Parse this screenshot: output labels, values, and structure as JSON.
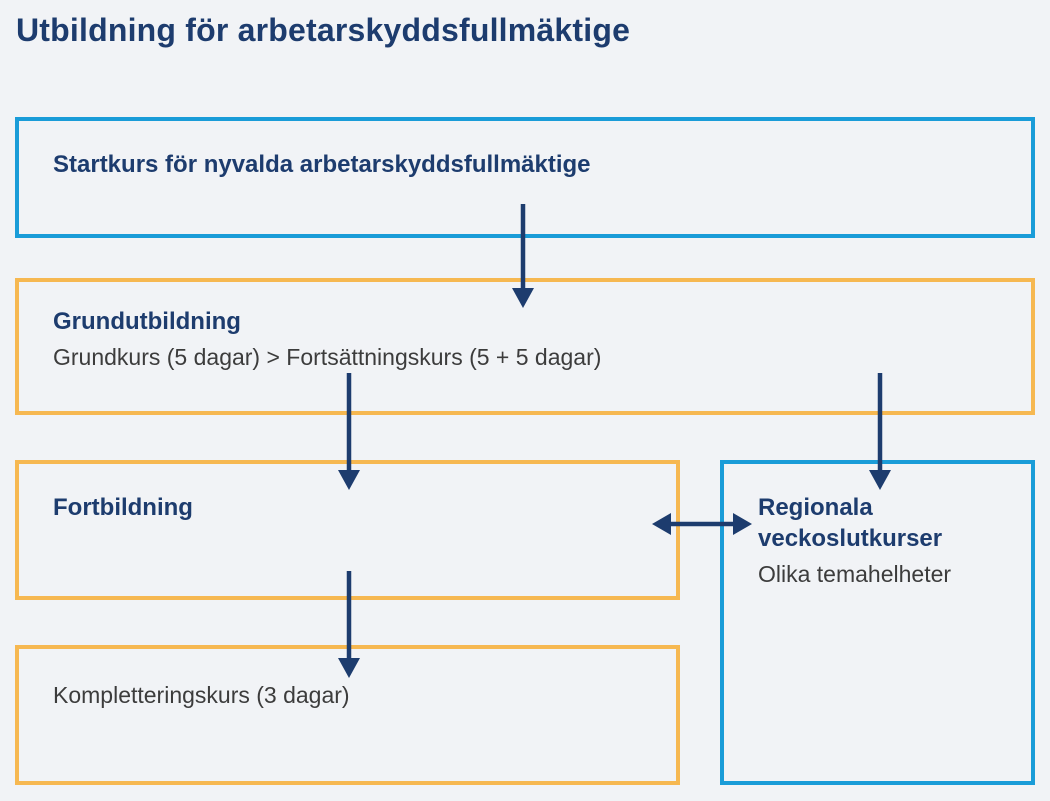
{
  "page": {
    "title": "Utbildning för arbetarskyddsfullmäktige",
    "background_color": "#f1f3f6"
  },
  "colors": {
    "navy_text": "#1d3c6e",
    "blue_border": "#1a9cd8",
    "orange_border": "#f6b851",
    "body_text": "#3c3c3c",
    "arrow": "#1d3c6e"
  },
  "boxes": {
    "startkurs": {
      "title": "Startkurs för nyvalda arbetarskyddsfullmäktige"
    },
    "grundutbildning": {
      "title": "Grundutbildning",
      "description": "Grundkurs (5 dagar) > Fortsättningskurs (5 + 5 dagar)"
    },
    "fortbildning": {
      "title": "Fortbildning"
    },
    "regionala_veckoslutkurser": {
      "title": "Regionala veckoslutkurser",
      "description": "Olika temahelheter"
    },
    "kompletteringskurs": {
      "title": "Kompletteringskurs (3 dagar)"
    }
  },
  "connections": [
    {
      "from": "startkurs",
      "to": "grundutbildning",
      "type": "arrow-down"
    },
    {
      "from": "grundutbildning",
      "to": "fortbildning",
      "type": "arrow-down"
    },
    {
      "from": "grundutbildning",
      "to": "regionala_veckoslutkurser",
      "type": "arrow-down"
    },
    {
      "from": "fortbildning",
      "to": "regionala_veckoslutkurser",
      "type": "arrow-bidirectional"
    },
    {
      "from": "fortbildning",
      "to": "kompletteringskurs",
      "type": "arrow-down"
    }
  ]
}
